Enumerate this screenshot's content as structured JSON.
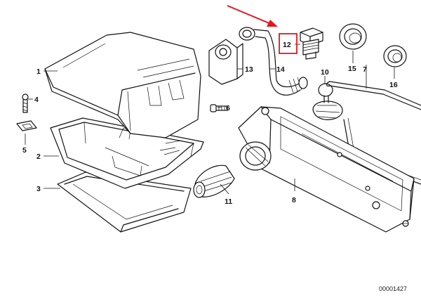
{
  "diagram": {
    "doc_number": "00001427",
    "highlight_color": "#e3161b",
    "highlighted_part": "12",
    "parts": [
      {
        "id": "p1",
        "label": "1"
      },
      {
        "id": "p2",
        "label": "2"
      },
      {
        "id": "p3",
        "label": "3"
      },
      {
        "id": "p4",
        "label": "4"
      },
      {
        "id": "p5",
        "label": "5"
      },
      {
        "id": "p6",
        "label": "6"
      },
      {
        "id": "p7",
        "label": "7"
      },
      {
        "id": "p8",
        "label": "8"
      },
      {
        "id": "p10",
        "label": "10"
      },
      {
        "id": "p11",
        "label": "11"
      },
      {
        "id": "p12",
        "label": "12"
      },
      {
        "id": "p13",
        "label": "13"
      },
      {
        "id": "p14",
        "label": "14"
      },
      {
        "id": "p15",
        "label": "15"
      },
      {
        "id": "p16",
        "label": "16"
      }
    ]
  }
}
